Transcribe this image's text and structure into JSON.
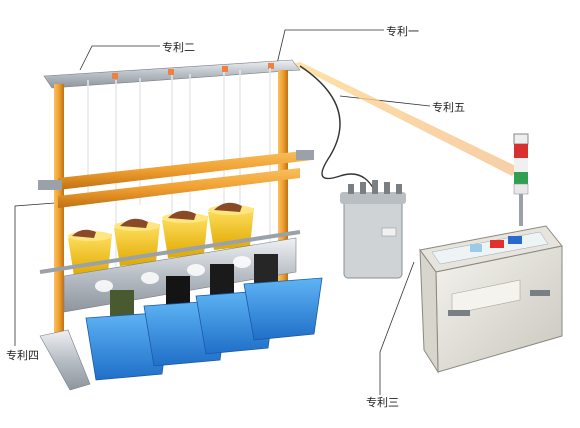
{
  "labels": {
    "patent_1": "专利一",
    "patent_2": "专利二",
    "patent_3": "专利三",
    "patent_4": "专利四",
    "patent_5": "专利五"
  },
  "colors": {
    "frame_orange": "#f0a030",
    "bucket_yellow": "#f7c820",
    "basin_blue": "#2f8fe0",
    "rail_silver": "#c8cdd2"
  }
}
